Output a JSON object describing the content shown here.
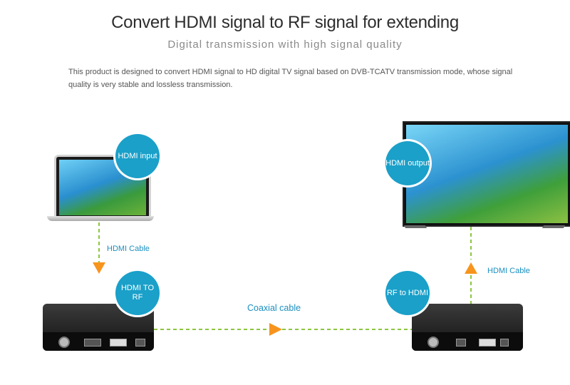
{
  "header": {
    "title": "Convert HDMI signal to RF signal for extending",
    "subtitle": "Digital transmission with high signal quality",
    "description": "This product is designed to convert HDMI signal to HD digital TV signal based on DVB-TCATV transmission mode, whose signal quality is very stable and lossless transmission."
  },
  "bubbles": {
    "hdmi_input": "HDMI input",
    "hdmi_output": "HDMI output",
    "hdmi_to_rf": "HDMI TO RF",
    "rf_to_hdmi": "RF to HDMI"
  },
  "labels": {
    "hdmi_cable_left": "HDMI Cable",
    "hdmi_cable_right": "HDMI Cable",
    "coaxial_cable": "Coaxial cable"
  },
  "colors": {
    "accent_blue": "#1aa0c9",
    "dash_green": "#8dc63f",
    "arrow_orange": "#f7941d"
  }
}
